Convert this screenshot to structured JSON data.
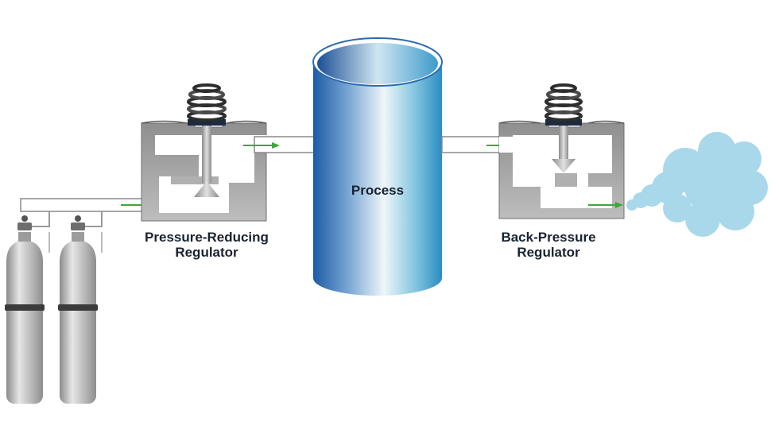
{
  "labels": {
    "pressure_reducing_line1": "Pressure-Reducing",
    "pressure_reducing_line2": "Regulator",
    "back_pressure_line1": "Back-Pressure",
    "back_pressure_line2": "Regulator",
    "process": "Process"
  },
  "colors": {
    "regulator_body": "#9a9a9a",
    "pipe": "#ffffff",
    "flow_arrow": "#3aa935",
    "spring": "#444444",
    "vessel_light": "#d8ecf4",
    "vessel_dark": "#1f5fa8",
    "cloud": "#a9d8ea",
    "cylinder": "#b5b5b5"
  }
}
